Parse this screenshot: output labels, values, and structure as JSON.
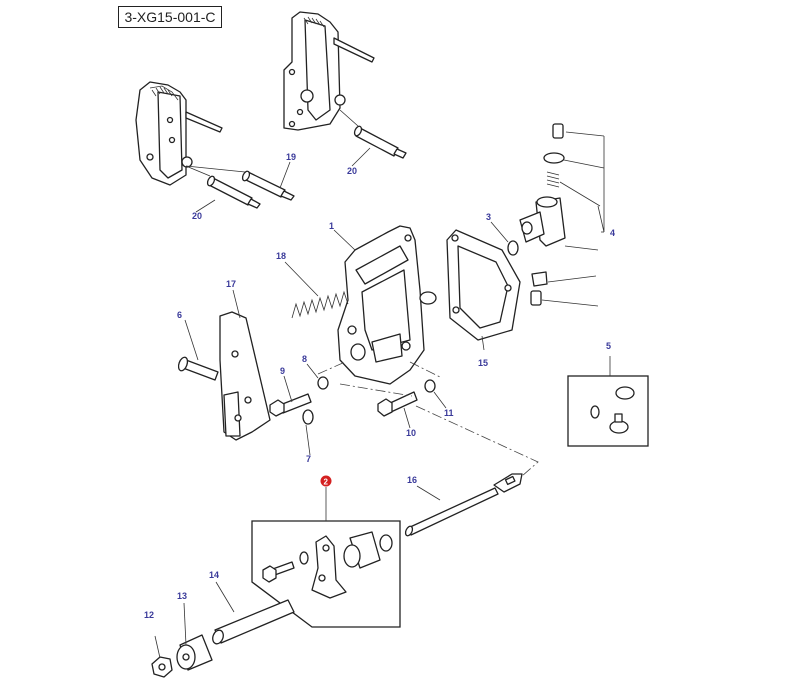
{
  "reference_code": "3-XG15-001-C",
  "highlight_color": "#d42020",
  "callout_color": "#3a3a9a",
  "callouts": [
    {
      "id": "c1",
      "label": "1"
    },
    {
      "id": "c2",
      "label": "2",
      "highlighted": true
    },
    {
      "id": "c3",
      "label": "3"
    },
    {
      "id": "c4",
      "label": "4"
    },
    {
      "id": "c5",
      "label": "5"
    },
    {
      "id": "c6",
      "label": "6"
    },
    {
      "id": "c7",
      "label": "7"
    },
    {
      "id": "c8",
      "label": "8"
    },
    {
      "id": "c9",
      "label": "9"
    },
    {
      "id": "c10",
      "label": "10"
    },
    {
      "id": "c11",
      "label": "11"
    },
    {
      "id": "c12",
      "label": "12"
    },
    {
      "id": "c13",
      "label": "13"
    },
    {
      "id": "c14",
      "label": "14"
    },
    {
      "id": "c15",
      "label": "15"
    },
    {
      "id": "c16",
      "label": "16"
    },
    {
      "id": "c17",
      "label": "17"
    },
    {
      "id": "c18",
      "label": "18"
    },
    {
      "id": "c19",
      "label": "19"
    },
    {
      "id": "c20a",
      "label": "20"
    },
    {
      "id": "c20b",
      "label": "20"
    }
  ]
}
